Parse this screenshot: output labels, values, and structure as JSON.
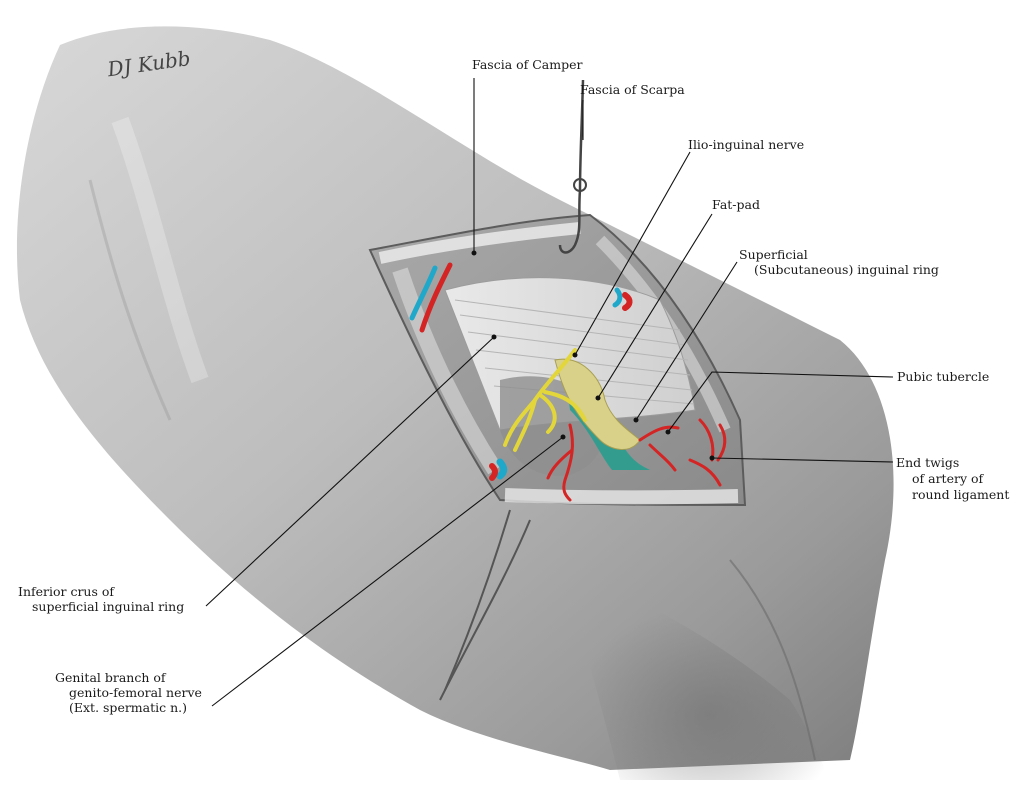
{
  "signature": "DJ Kubb",
  "colors": {
    "skin": "#c9c9c9",
    "skin_dark": "#8e8e8e",
    "artery": "#d42424",
    "vein": "#1fa8c9",
    "nerve": "#e2d63a",
    "fat": "#d9d08a",
    "ligament": "#2a9d8f"
  },
  "labels": {
    "fascia_camper": "Fascia of Camper",
    "fascia_scarpa": "Fascia of Scarpa",
    "ilio_inguinal": "Ilio-inguinal nerve",
    "fat_pad": "Fat-pad",
    "superficial_ring_1": "Superficial",
    "superficial_ring_2": "(Subcutaneous) inguinal ring",
    "pubic_tubercle": "Pubic tubercle",
    "end_twigs_1": "End twigs",
    "end_twigs_2": "of artery of",
    "end_twigs_3": "round ligament",
    "inferior_crus_1": "Inferior crus of",
    "inferior_crus_2": "superficial inguinal ring",
    "genital_branch_1": "Genital branch of",
    "genital_branch_2": "genito-femoral nerve",
    "genital_branch_3": "(Ext. spermatic n.)"
  }
}
